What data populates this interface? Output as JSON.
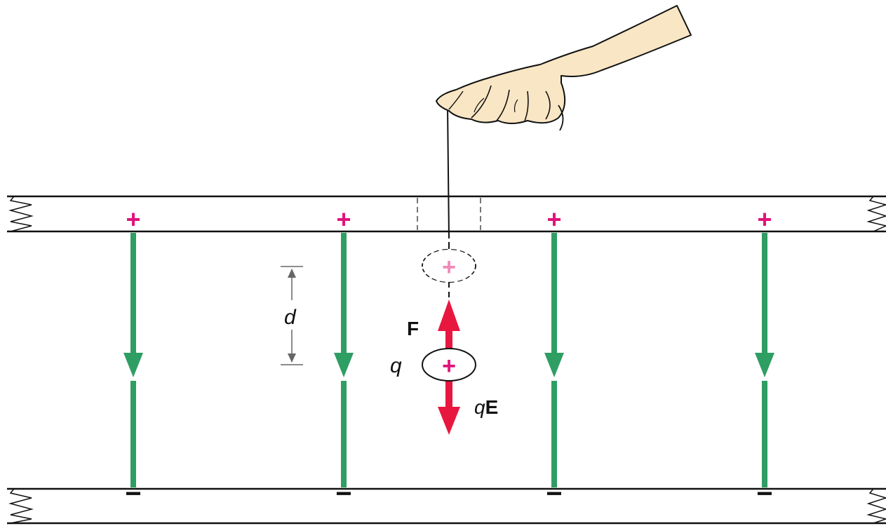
{
  "labels": {
    "plus": "+",
    "minus": "−",
    "distance": "d",
    "charge": "q",
    "force": "F",
    "electric_force_prefix": "q",
    "electric_force_field": "E"
  },
  "colors": {
    "field_line": "#2f9e63",
    "force_arrow": "#e8173f",
    "plus_sign": "#e0147a",
    "plus_sign_ghost": "#ef8ab8",
    "plate": "#111111",
    "skin": "#f9e6c4",
    "dashed": "#777777"
  },
  "field_line_count": 4,
  "field_direction": "down",
  "icons": [
    "hand-icon",
    "string-icon",
    "break-mark-icon"
  ]
}
